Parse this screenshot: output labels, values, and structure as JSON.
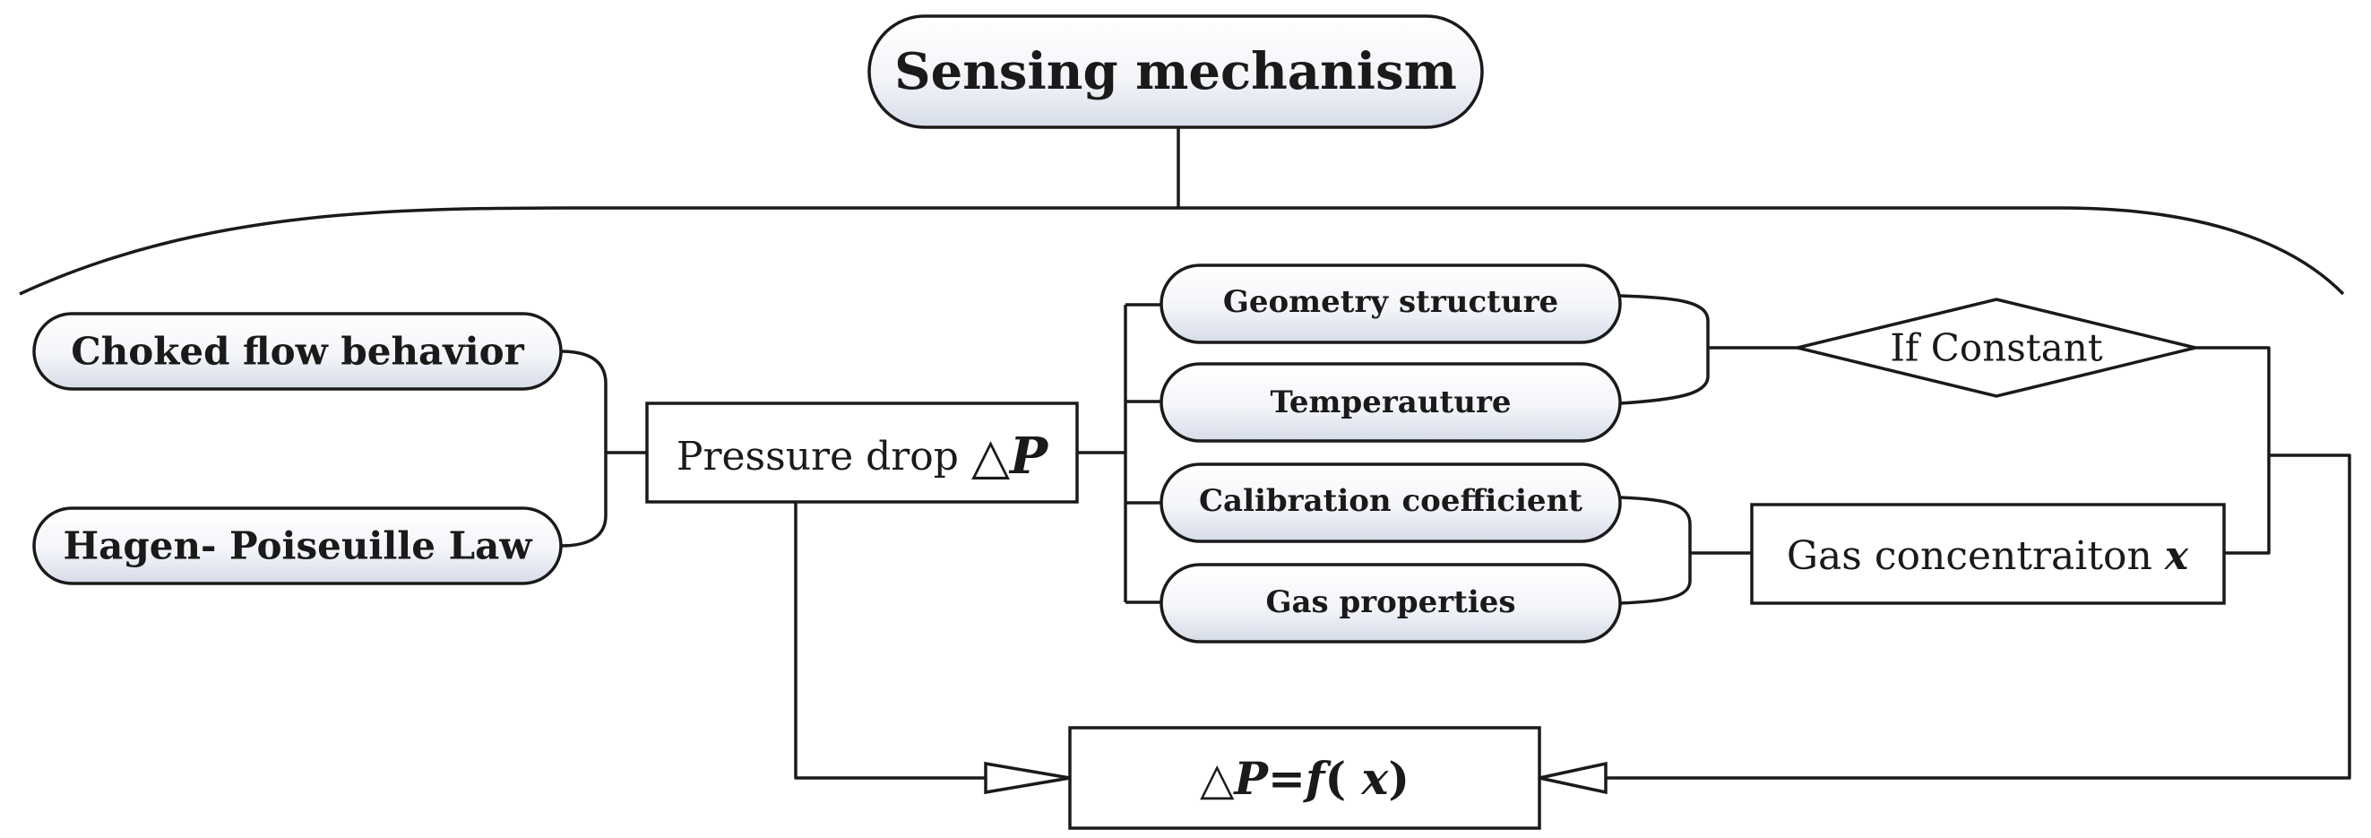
{
  "nodes": {
    "top": "Sensing mechanism",
    "choked": "Choked flow behavior",
    "hagen": "Hagen- Poiseuille Law",
    "pressure_prefix": "Pressure drop ",
    "pressure_symbol": "△P",
    "geometry": "Geometry structure",
    "temperature": "Temperauture",
    "calibration": "Calibration coefficient",
    "gas_props": "Gas properties",
    "if_constant": "If Constant",
    "gas_conc_prefix": "Gas concentraiton ",
    "gas_conc_symbol": "x",
    "result_lhs": "△P=",
    "result_f": "f",
    "result_open": "( ",
    "result_x": "x",
    "result_close": ")"
  },
  "colors": {
    "stroke": "#1a1a1a",
    "pill_fill_light": "#ffffff",
    "pill_fill_dark": "#d6dce8",
    "box_fill": "#ffffff"
  }
}
